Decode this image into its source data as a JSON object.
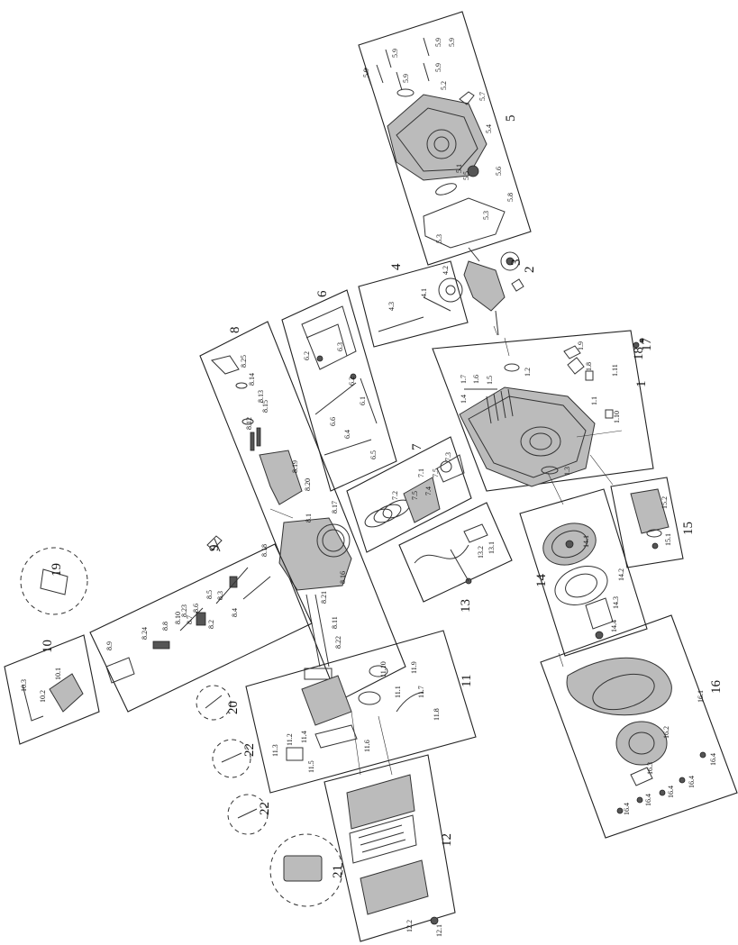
{
  "groups": [
    "1",
    "2",
    "3",
    "4",
    "5",
    "6",
    "7",
    "8",
    "9",
    "10",
    "11",
    "12",
    "13",
    "14",
    "15",
    "16",
    "17",
    "18",
    "19",
    "20",
    "21",
    "22",
    "22"
  ],
  "labels_group1": [
    "1.1",
    "1.2",
    "1.3",
    "1.4",
    "1.5",
    "1.6",
    "1.7",
    "1.8",
    "1.9",
    "1.10",
    "1.11"
  ],
  "labels_group4": [
    "4.1",
    "4.2",
    "4.3"
  ],
  "labels_group5": [
    "5.1",
    "5.2",
    "5.3",
    "5.3",
    "5.4",
    "5.5",
    "5.6",
    "5.7",
    "5.8",
    "5.9",
    "5.9",
    "5.9",
    "5.9",
    "5.9",
    "5.9"
  ],
  "labels_group6": [
    "6.1",
    "6.2",
    "6.2",
    "6.3",
    "6.4",
    "6.5",
    "6.6"
  ],
  "labels_group7": [
    "7.1",
    "7.2",
    "7.3",
    "7.4",
    "7.5",
    "7.5"
  ],
  "labels_group8": [
    "8.1",
    "8.2",
    "8.3",
    "8.4",
    "8.5",
    "8.6",
    "8.7",
    "8.8",
    "8.9",
    "8.10",
    "8.11",
    "8.12",
    "8.13",
    "8.14",
    "8.15",
    "8.16",
    "8.17",
    "8.18",
    "8.19",
    "8.20",
    "8.21",
    "8.22",
    "8.23",
    "8.24",
    "8.25"
  ],
  "labels_group10": [
    "10.1",
    "10.2",
    "10.3"
  ],
  "labels_group11": [
    "11.1",
    "11.2",
    "11.3",
    "11.4",
    "11.5",
    "11.6",
    "11.7",
    "11.8",
    "11.9",
    "11.10"
  ],
  "labels_group12": [
    "12.1",
    "12.2"
  ],
  "labels_group13": [
    "13.1",
    "13.2"
  ],
  "labels_group14": [
    "14.1",
    "14.2",
    "14.3",
    "14.4"
  ],
  "labels_group15": [
    "15.1",
    "15.2"
  ],
  "labels_group16": [
    "16.1",
    "16.2",
    "16.3",
    "16.4",
    "16.4",
    "16.4",
    "16.4",
    "16.4"
  ]
}
